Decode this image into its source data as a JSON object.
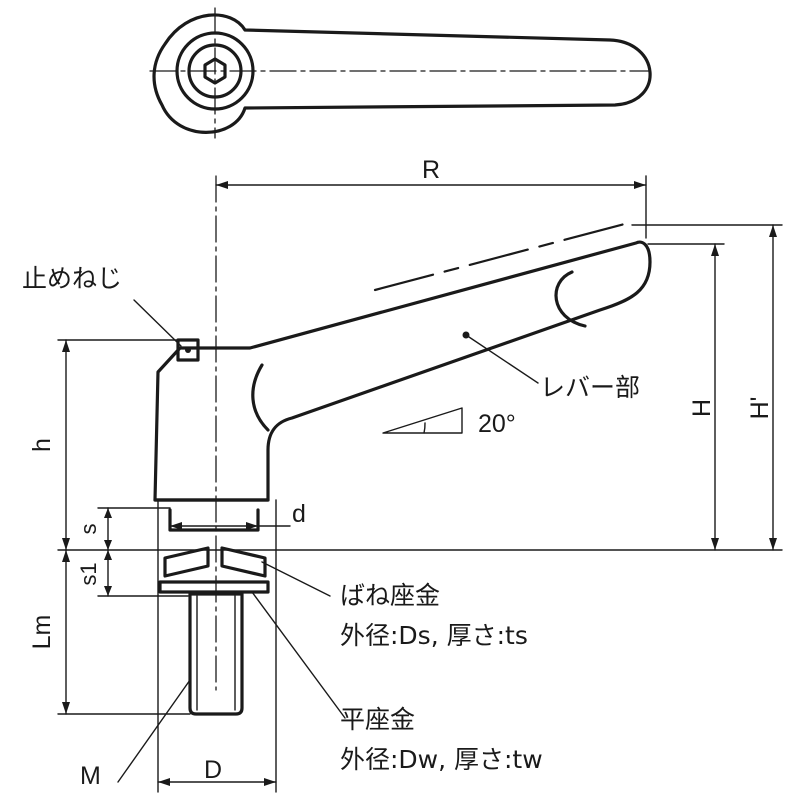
{
  "labels": {
    "set_screw": "止めねじ",
    "lever_part": "レバー部",
    "angle": "20°",
    "spring_washer": "ばね座金",
    "spring_washer_spec": "外径:Ds,  厚さ:ts",
    "flat_washer": "平座金",
    "flat_washer_spec": "外径:Dw,  厚さ:tw"
  },
  "dimensions": {
    "R": "R",
    "H": "H",
    "H_prime": "H'",
    "h": "h",
    "s": "s",
    "s1": "s1",
    "d": "d",
    "Lm": "Lm",
    "M": "M",
    "D": "D"
  }
}
